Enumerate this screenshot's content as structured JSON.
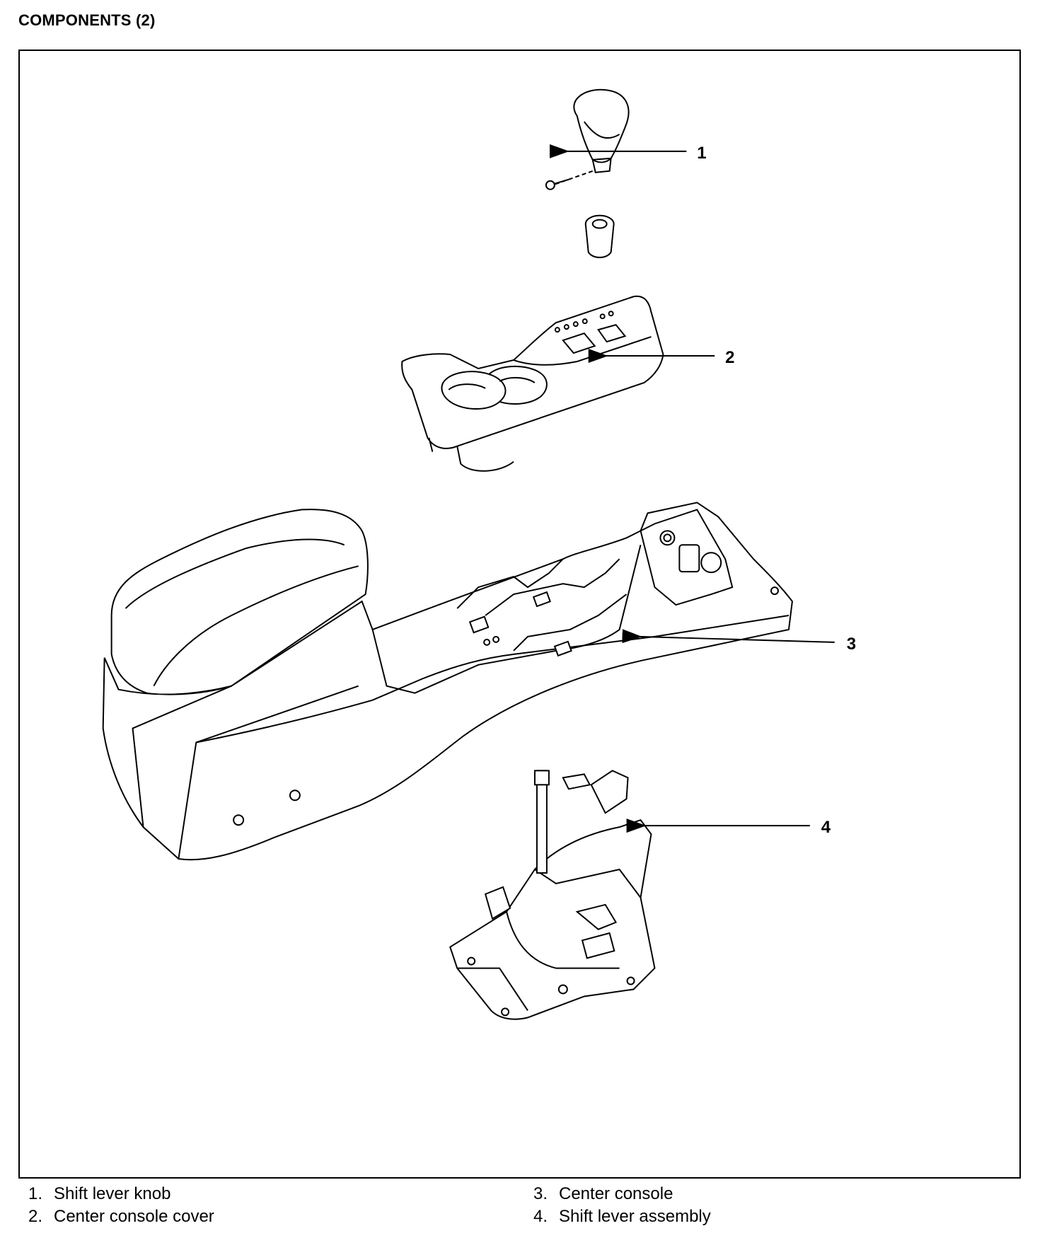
{
  "title": "COMPONENTS (2)",
  "callouts": [
    {
      "number": "1"
    },
    {
      "number": "2"
    },
    {
      "number": "3"
    },
    {
      "number": "4"
    }
  ],
  "legend": [
    {
      "number": "1.",
      "label": "Shift lever knob"
    },
    {
      "number": "2.",
      "label": "Center console cover"
    },
    {
      "number": "3.",
      "label": "Center console"
    },
    {
      "number": "4.",
      "label": "Shift lever assembly"
    }
  ]
}
